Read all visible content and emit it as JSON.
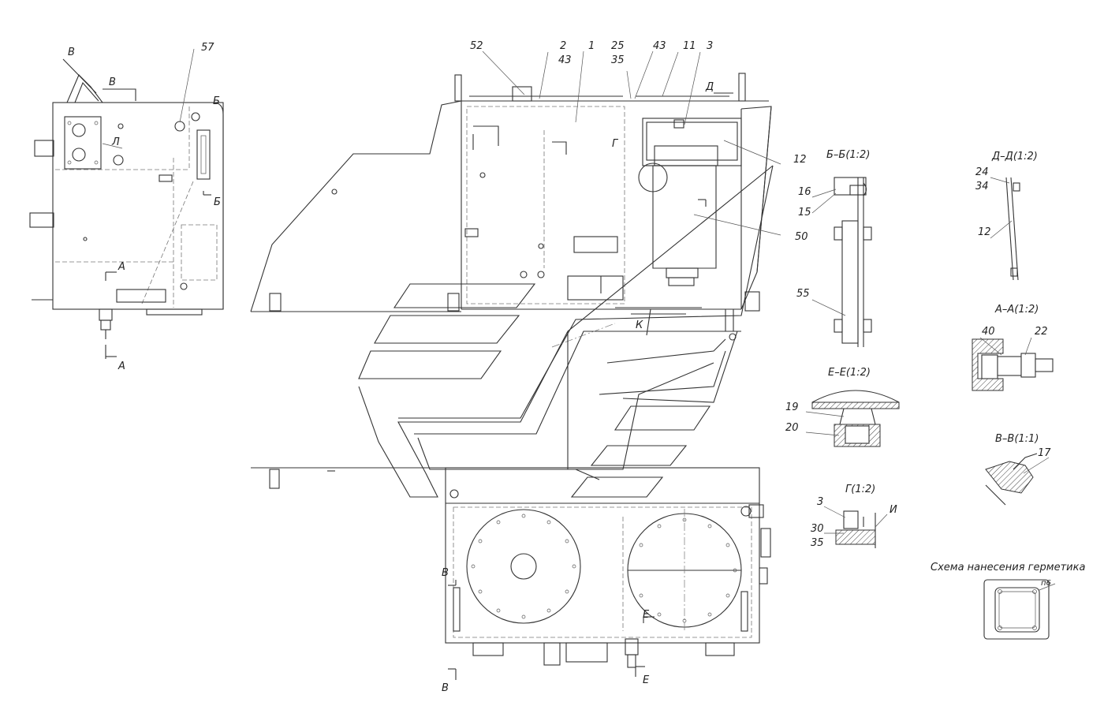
{
  "labels": {
    "n57": "57",
    "n52": "52",
    "n2": "2",
    "n43a": "43",
    "n1": "1",
    "n25": "25",
    "n35a": "35",
    "n43b": "43",
    "n11": "11",
    "n3a": "3",
    "n12a": "12",
    "n50": "50",
    "n55": "55",
    "n16": "16",
    "n15": "15",
    "n24": "24",
    "n34": "34",
    "n12b": "12",
    "n40": "40",
    "n22": "22",
    "n19": "19",
    "n20": "20",
    "n17": "17",
    "n3b": "3",
    "n30": "30",
    "n35b": "35",
    "p6": "п6"
  },
  "letters": {
    "V1": "В",
    "V2": "В",
    "B1": "Б",
    "B2": "Б",
    "L": "Л",
    "A1": "А",
    "A2": "А",
    "D": "Д",
    "G": "Г",
    "K": "К",
    "V3": "В",
    "V4": "В",
    "E1": "Е",
    "E2": "Е",
    "I": "И"
  },
  "section_titles": {
    "bb": "Б–Б(1:2)",
    "dd": "Д–Д(1:2)",
    "aa": "А–А(1:2)",
    "ee": "Е–Е(1:2)",
    "vv": "В–В(1:1)",
    "g": "Г(1:2)",
    "sealant": "Схема нанесения герметика"
  }
}
